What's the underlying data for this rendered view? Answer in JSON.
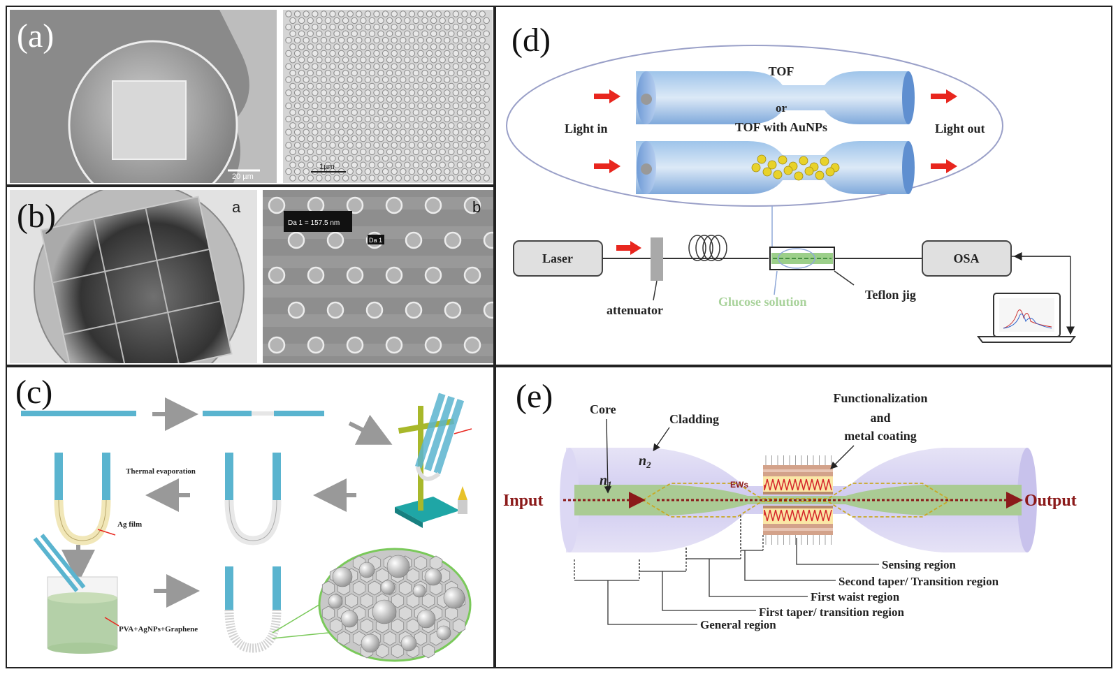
{
  "panels": {
    "a": {
      "label": "(a)",
      "scale_left": "20 µm",
      "scale_right": "1µm"
    },
    "b": {
      "label": "(b)",
      "sub_left": "a",
      "sub_right": "b",
      "measure": "Da 1 = 157.5 nm",
      "measure_tag": "Da 1"
    },
    "c": {
      "label": "(c)",
      "thermal": "Thermal evaporation",
      "ag_film": "Ag film",
      "solution": "PVA+AgNPs+Graphene"
    },
    "d": {
      "label": "(d)",
      "tof": "TOF",
      "or": "or",
      "tof_au": "TOF with AuNPs",
      "light_in": "Light in",
      "light_out": "Light out",
      "laser": "Laser",
      "osa": "OSA",
      "attenuator": "attenuator",
      "glucose": "Glucose solution",
      "teflon": "Teflon jig"
    },
    "e": {
      "label": "(e)",
      "core": "Core",
      "cladding": "Cladding",
      "n2": "n",
      "n2_sub": "2",
      "n1": "n",
      "n1_sub": "1",
      "func1": "Functionalization",
      "func2": "and",
      "func3": "metal coating",
      "ews": "EWs",
      "input": "Input",
      "output": "Output",
      "regions": [
        "Sensing region",
        "Second taper/ Transition region",
        "First waist region",
        "First taper/ transition region",
        "General region"
      ]
    }
  },
  "colors": {
    "fiber_blue": "#5ab4cf",
    "arrow_red": "#e8261e",
    "glucose_green": "#9ccf8a",
    "dark_red": "#8b1a1a",
    "au_yellow": "#e8d22a"
  }
}
